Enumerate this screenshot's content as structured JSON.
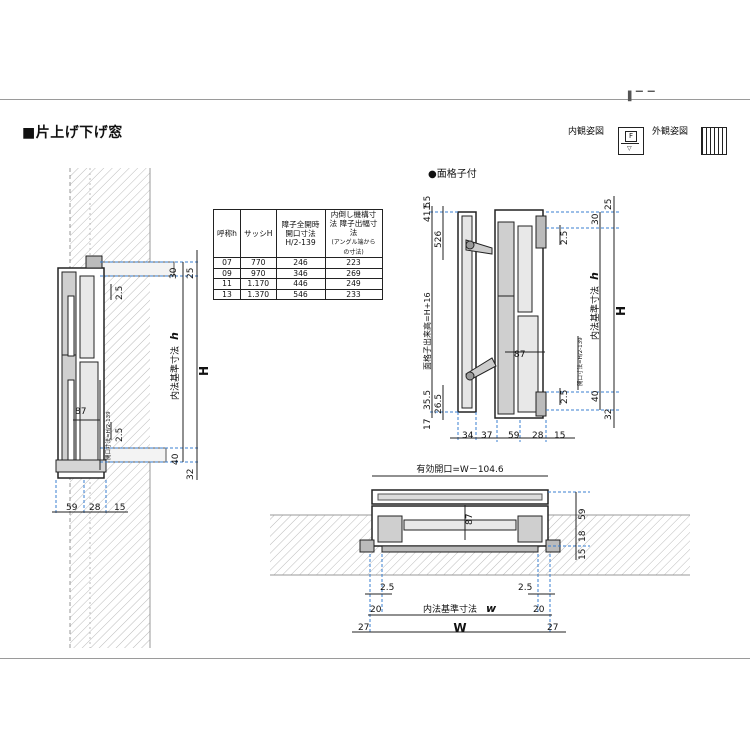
{
  "title": "■片上げ下げ窓",
  "corner_mark": "▌▔ ▔",
  "views": {
    "inner_label": "内観姿図",
    "outer_label": "外観姿図",
    "box_letter": "F"
  },
  "lattice_label": "●面格子付",
  "table": {
    "headers": [
      "呼称h",
      "サッシH",
      "障子全開時 開口寸法 H/2-139",
      "内倒し機構寸法 障子出幅寸法"
    ],
    "header_note": "(アングル端からの寸法)",
    "rows": [
      [
        "07",
        "770",
        "246",
        "223"
      ],
      [
        "09",
        "970",
        "346",
        "269"
      ],
      [
        "11",
        "1.170",
        "446",
        "249"
      ],
      [
        "13",
        "1.370",
        "546",
        "233"
      ]
    ]
  },
  "left_dims": {
    "top_30": "30",
    "top_25": "25",
    "h_label": "内法基準寸法",
    "h_italic": "h",
    "H": "H",
    "d2_5a": "2.5",
    "d87": "87",
    "d2_5b": "2.5",
    "opening_note": "開口寸法=H/2-139",
    "bot_40": "40",
    "bot_32": "32",
    "w59": "59",
    "w28": "28",
    "w15": "15"
  },
  "right_dims": {
    "t41_5": "41.5",
    "t1_5": "1.5",
    "t526": "526",
    "lattice_h": "面格子出来高=H+16",
    "t30": "30",
    "t25": "25",
    "t2_5a": "2.5",
    "h_label": "内法基準寸法",
    "h_italic": "h",
    "H": "H",
    "d87": "87",
    "opening_note": "開口寸法=H/2-139",
    "b35_5": "35.5",
    "b26_5": "26.5",
    "b17": "17",
    "b40": "40",
    "b2_5": "2.5",
    "b32": "32",
    "w34": "34",
    "w37": "37",
    "w59": "59",
    "w28": "28",
    "w15": "15"
  },
  "plan_dims": {
    "effective": "有効開口=W－104.6",
    "d87": "87",
    "d59": "59",
    "d18": "18",
    "d15": "15",
    "l2_5": "2.5",
    "r2_5": "2.5",
    "l20": "20",
    "r20": "20",
    "w_label": "内法基準寸法",
    "w_italic": "w",
    "W": "W",
    "l27": "27",
    "r27": "27"
  }
}
